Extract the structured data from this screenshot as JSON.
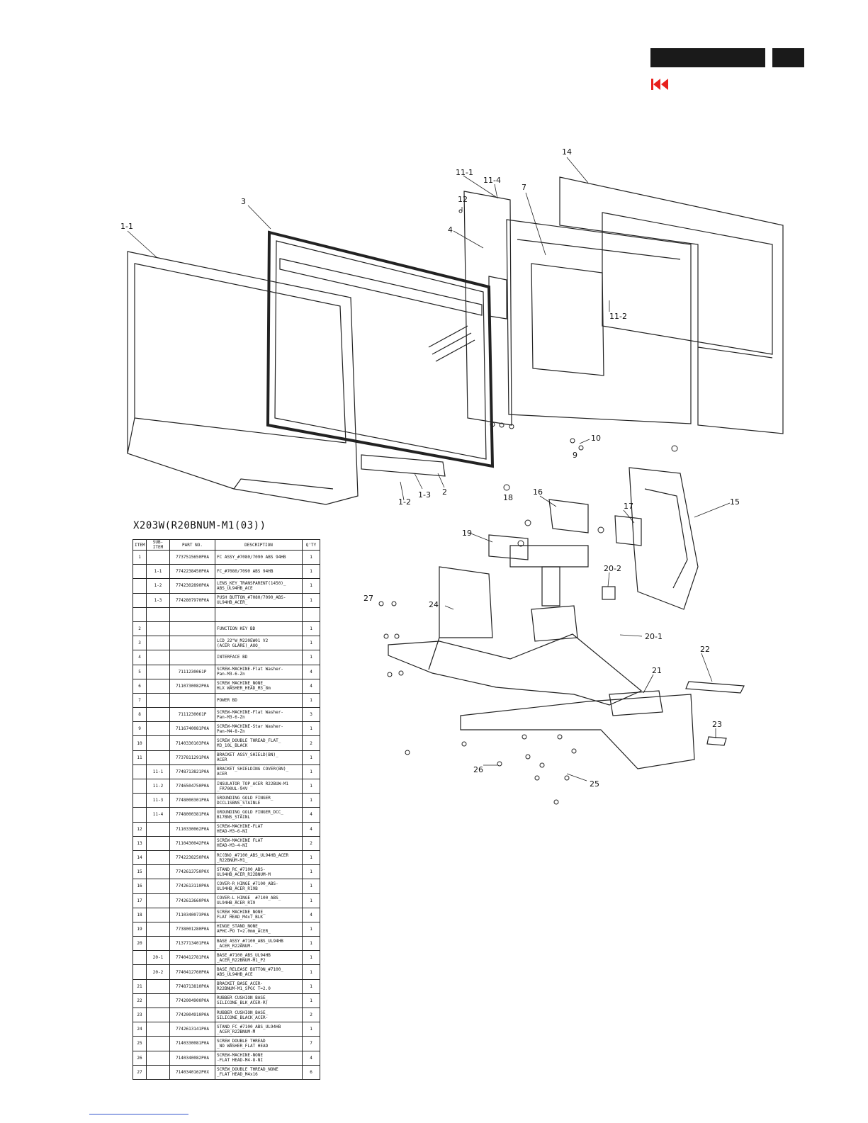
{
  "model_title": "X203W(R20BNUM-M1(03))",
  "nav": {
    "prev_icon": "skip-back-icon"
  },
  "colors": {
    "header_bar": "#1a1a1a",
    "prev_icon": "#e8201c",
    "footer_link_line": "#3355cc"
  },
  "callouts": [
    "1-1",
    "3",
    "4",
    "11-1",
    "11-4",
    "12",
    "7",
    "14",
    "11-2",
    "1-2",
    "1-3",
    "2",
    "10",
    "9",
    "18",
    "16",
    "15",
    "17",
    "19",
    "20-2",
    "27",
    "24",
    "20-1",
    "22",
    "21",
    "23",
    "26",
    "25"
  ],
  "bom": {
    "headers": [
      "ITEM",
      "SUB-ITEM",
      "PART NO.",
      "DESCRIPTION",
      "Q'TY"
    ],
    "rows": [
      {
        "item": "1",
        "sub": "",
        "part": "7737515650P0A",
        "desc": "FC ASSY_#7080/7090 ABS 94HB",
        "qty": "1"
      },
      {
        "item": "",
        "sub": "1-1",
        "part": "7742238450P0A",
        "desc": "FC_#7080/7090 ABS 94HB",
        "qty": "1"
      },
      {
        "item": "",
        "sub": "1-2",
        "part": "7742302890P0A",
        "desc": "LENS_KEY_TRANSPARENT(1450)_\nABS_UL94HB_ACE",
        "qty": "1"
      },
      {
        "item": "",
        "sub": "1-3",
        "part": "7742807970P0A",
        "desc": "PUSH BUTTON_#7080/7090_ABS-\nUL94HB_ACER_",
        "qty": "1"
      },
      {
        "item": "",
        "sub": "",
        "part": "",
        "desc": "",
        "qty": ""
      },
      {
        "item": "2",
        "sub": "",
        "part": "",
        "desc": "FUNCTION KEY BD",
        "qty": "1"
      },
      {
        "item": "3",
        "sub": "",
        "part": "",
        "desc": "LCD_22\"W_M220EW01 V2\n(ACER GLARE)_AUO_",
        "qty": "1"
      },
      {
        "item": "4",
        "sub": "",
        "part": "",
        "desc": "INTERFACE BD",
        "qty": "1"
      },
      {
        "item": "5",
        "sub": "",
        "part": "7111230061P",
        "desc": "SCREW-MACHINE-Flat Washer-\nPan-M3-6-Zn",
        "qty": "4"
      },
      {
        "item": "6",
        "sub": "",
        "part": "7110730082P0A",
        "desc": "SCREW_MACHINE_NONE_\nHLX WASHER_HEAD_M3_8m",
        "qty": "4"
      },
      {
        "item": "7",
        "sub": "",
        "part": "",
        "desc": "POWER BD",
        "qty": "1"
      },
      {
        "item": "8",
        "sub": "",
        "part": "7111230061P",
        "desc": "SCREW-MACHINE-Flat Washer-\nPan-M3-6-Zn",
        "qty": "3"
      },
      {
        "item": "9",
        "sub": "",
        "part": "7116740081P0A",
        "desc": "SCREW-MACHINE-Star Washer-\nPan-M4-8-Zn",
        "qty": "1"
      },
      {
        "item": "10",
        "sub": "",
        "part": "7140330103P0A",
        "desc": "SCREW_DOUBLE THREAD_FLAT_\nM3_10L_BLACK",
        "qty": "2"
      },
      {
        "item": "11",
        "sub": "",
        "part": "7737811291P0A",
        "desc": "BRACKET ASSY_SHIELD(BN)_\nACER",
        "qty": "1"
      },
      {
        "item": "",
        "sub": "11-1",
        "part": "7748713821P0A",
        "desc": "BRACKET_SHIELDING COVER(BN)_\nACER",
        "qty": "1"
      },
      {
        "item": "",
        "sub": "11-2",
        "part": "7746504750P0A",
        "desc": "INSULATOR_TOP_ACER R22BUW-M1\n_FR700UL-94V",
        "qty": "1"
      },
      {
        "item": "",
        "sub": "11-3",
        "part": "7748000301P0A",
        "desc": "GROUNDING_GOLD FINGER_\nDCCL1SBNS_STAINLE",
        "qty": "1"
      },
      {
        "item": "",
        "sub": "11-4",
        "part": "7748000381P0A",
        "desc": "GROUNDING_GOLD FINGER_DCC_\nB17BNS_STAINL",
        "qty": "4"
      },
      {
        "item": "12",
        "sub": "",
        "part": "7110330062P0A",
        "desc": "SCREW-MACHINE-FLAT\nHEAD-M3-6-NI",
        "qty": "4"
      },
      {
        "item": "13",
        "sub": "",
        "part": "7110430042P0A",
        "desc": "SCREW-MACHINE FLAT\nHEAD-M3-4-NI",
        "qty": "2"
      },
      {
        "item": "14",
        "sub": "",
        "part": "7742238250P0A",
        "desc": "RC(BN)_#7100_ABS_UL94HB_ACER\n_R22BNUM-M1_",
        "qty": "1"
      },
      {
        "item": "15",
        "sub": "",
        "part": "7742613750P0X",
        "desc": "STAND_RC_#7100_ABS-\nUL94HB_ACER_R22BNUM-M",
        "qty": "1"
      },
      {
        "item": "16",
        "sub": "",
        "part": "7742613110P0A",
        "desc": "COVER-R_HINGE_#7100_ABS-\nUL94HB_ACER_R19B",
        "qty": "1"
      },
      {
        "item": "17",
        "sub": "",
        "part": "7742613660P0A",
        "desc": "COVER-L_HINGE_ #7100_ABS_\nUL94HB_ACER_R19",
        "qty": "1"
      },
      {
        "item": "18",
        "sub": "",
        "part": "7110340073P0A",
        "desc": "SCREW_MACHINE_NONE_\nFLAT HEAD_M4x7_BLK",
        "qty": "4"
      },
      {
        "item": "19",
        "sub": "",
        "part": "7738001280P0A",
        "desc": "HINGE_STAND_NONE_\nAPHC-PO T=2.0mm_ACER_",
        "qty": "1"
      },
      {
        "item": "20",
        "sub": "",
        "part": "7137713401P0A",
        "desc": "BASE ASSY_#7100_ABS_UL94HB\n_ACER_R22ANUM-",
        "qty": "1"
      },
      {
        "item": "",
        "sub": "20-1",
        "part": "7740412781P0A",
        "desc": "BASE_#7100_ABS_UL94HB\n_ACER_R22BNUM-M1_P2",
        "qty": "1"
      },
      {
        "item": "",
        "sub": "20-2",
        "part": "7740412760P0A",
        "desc": "BASE_RELEASE BUTTON_#7100_\nABS_UL94HB_ACE",
        "qty": "1"
      },
      {
        "item": "21",
        "sub": "",
        "part": "7748713810P0A",
        "desc": "BRACKET_BASE_ACER-\nR22BNUM-M1_SPGC T=2.0",
        "qty": "1"
      },
      {
        "item": "22",
        "sub": "",
        "part": "7742004900P0A",
        "desc": "RUBBER CUSHION_BASE_\nSILICONE_BLK_ACER-R)",
        "qty": "1"
      },
      {
        "item": "23",
        "sub": "",
        "part": "7742004910P0A",
        "desc": "RUBBER CUSHION_BASE_\nSILICONE_BLACK_ACER-",
        "qty": "2"
      },
      {
        "item": "24",
        "sub": "",
        "part": "7742613141P0A",
        "desc": "STAND_FC_#7100_ABS_UL94HB\n_ACER_R22BNUM-M",
        "qty": "1"
      },
      {
        "item": "25",
        "sub": "",
        "part": "7140330081P0A",
        "desc": "SCREW_DOUBLE THREAD\n_NO WASHER_FLAT HEAD",
        "qty": "7"
      },
      {
        "item": "26",
        "sub": "",
        "part": "7140340082P0A",
        "desc": "SCREW-MACHINE-NONE\n-FLAT HEAD-M4-8-NI",
        "qty": "4"
      },
      {
        "item": "27",
        "sub": "",
        "part": "7140340162P0X",
        "desc": "SCREW_DOUBLE THREAD_NONE\n_FLAT HEAD_M4x16",
        "qty": "6"
      }
    ]
  }
}
